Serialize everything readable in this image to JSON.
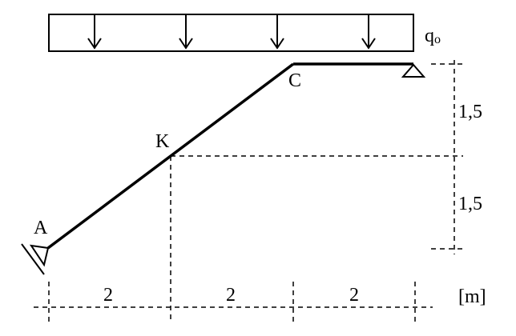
{
  "load": {
    "label": "q",
    "subscript": "o"
  },
  "points": {
    "a": "A",
    "k": "K",
    "c": "C"
  },
  "dimensions": {
    "vertical": [
      "1,5",
      "1,5"
    ],
    "horizontal": [
      "2",
      "2",
      "2"
    ],
    "unit": "[m]"
  }
}
